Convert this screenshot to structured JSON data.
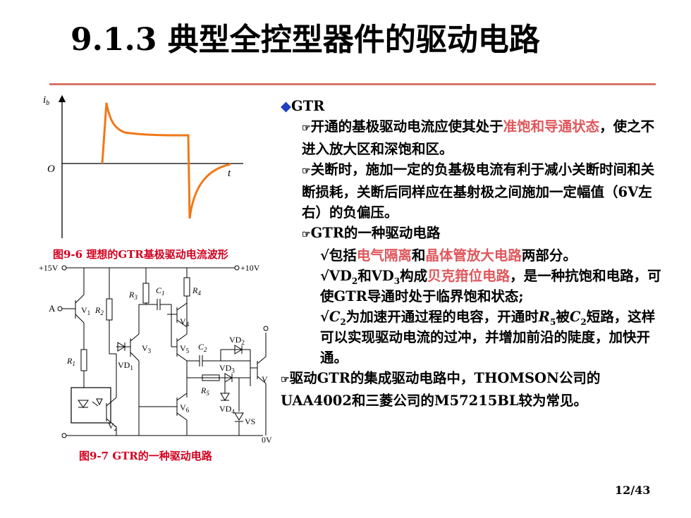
{
  "slide": {
    "title": "9.1.3 典型全控型器件的驱动电路",
    "page_number": "12/43"
  },
  "figure1": {
    "caption": "图9-6 理想的GTR基极驱动电流波形",
    "y_axis_label": "i",
    "y_axis_sub": "b",
    "origin_label": "O",
    "x_axis_label": "t",
    "wave_color": "#f07818"
  },
  "figure2": {
    "caption": "图9-7 GTR的一种驱动电路",
    "labels": {
      "vplus15": "+15V",
      "vplus10": "+10V",
      "node_a": "A",
      "v1": "V",
      "v1s": "1",
      "v2": "V",
      "v2s": "2",
      "v3": "V",
      "v3s": "3",
      "v4": "V",
      "v4s": "4",
      "v5": "V",
      "v5s": "5",
      "v6": "V",
      "v6s": "6",
      "vmain": "V",
      "r1": "R",
      "r1s": "1",
      "r2": "R",
      "r2s": "2",
      "r3": "R",
      "r3s": "3",
      "r4": "R",
      "r4s": "4",
      "r5": "R",
      "r5s": "5",
      "c1": "C",
      "c1s": "1",
      "c2": "C",
      "c2s": "2",
      "vd1": "VD",
      "vd1s": "1",
      "vd2": "VD",
      "vd2s": "2",
      "vd3": "VD",
      "vd3s": "3",
      "vd4": "VD",
      "vd4s": "4",
      "vs": "VS",
      "zero_v": "0V"
    }
  },
  "content": {
    "heading_marker": "◆",
    "heading": "GTR",
    "hand_marker": "☞",
    "check_marker": "√",
    "p1_a": "开通的基极驱动电流应使其处于",
    "p1_red": "准饱和导通状态",
    "p1_b": "，使之不进入放大区和深饱和区。",
    "p2": "关断时，施加一定的负基极电流有利于减小关断时间和关断损耗，关断后同样应在基射极之间施加一定幅值（6V左右）的负偏压。",
    "p3": "GTR的一种驱动电路",
    "p4_a": "包括",
    "p4_red1": "电气隔离",
    "p4_b": "和",
    "p4_red2": "晶体管放大电路",
    "p4_c": "两部分。",
    "p5_vd": "VD",
    "p5_sub1": "2",
    "p5_and": "和VD",
    "p5_sub2": "3",
    "p5_a": "构成",
    "p5_red": "贝克箝位电路",
    "p5_b": "，是一种抗饱和电路，可使GTR导通时处于临界饱和状态;",
    "p6_c": "C",
    "p6_sub1": "2",
    "p6_a": "为加速开通过程的电容，开通时",
    "p6_r": "R",
    "p6_sub2": "5",
    "p6_b": "被",
    "p6_c2": "C",
    "p6_sub3": "2",
    "p6_c_text": "短路，这样可以实现驱动电流的过冲，并增加前沿的陡度，加快开通。",
    "p7": "驱动GTR的集成驱动电路中，THOMSON公司的UAA4002和三菱公司的M57215BL较为常见。"
  }
}
